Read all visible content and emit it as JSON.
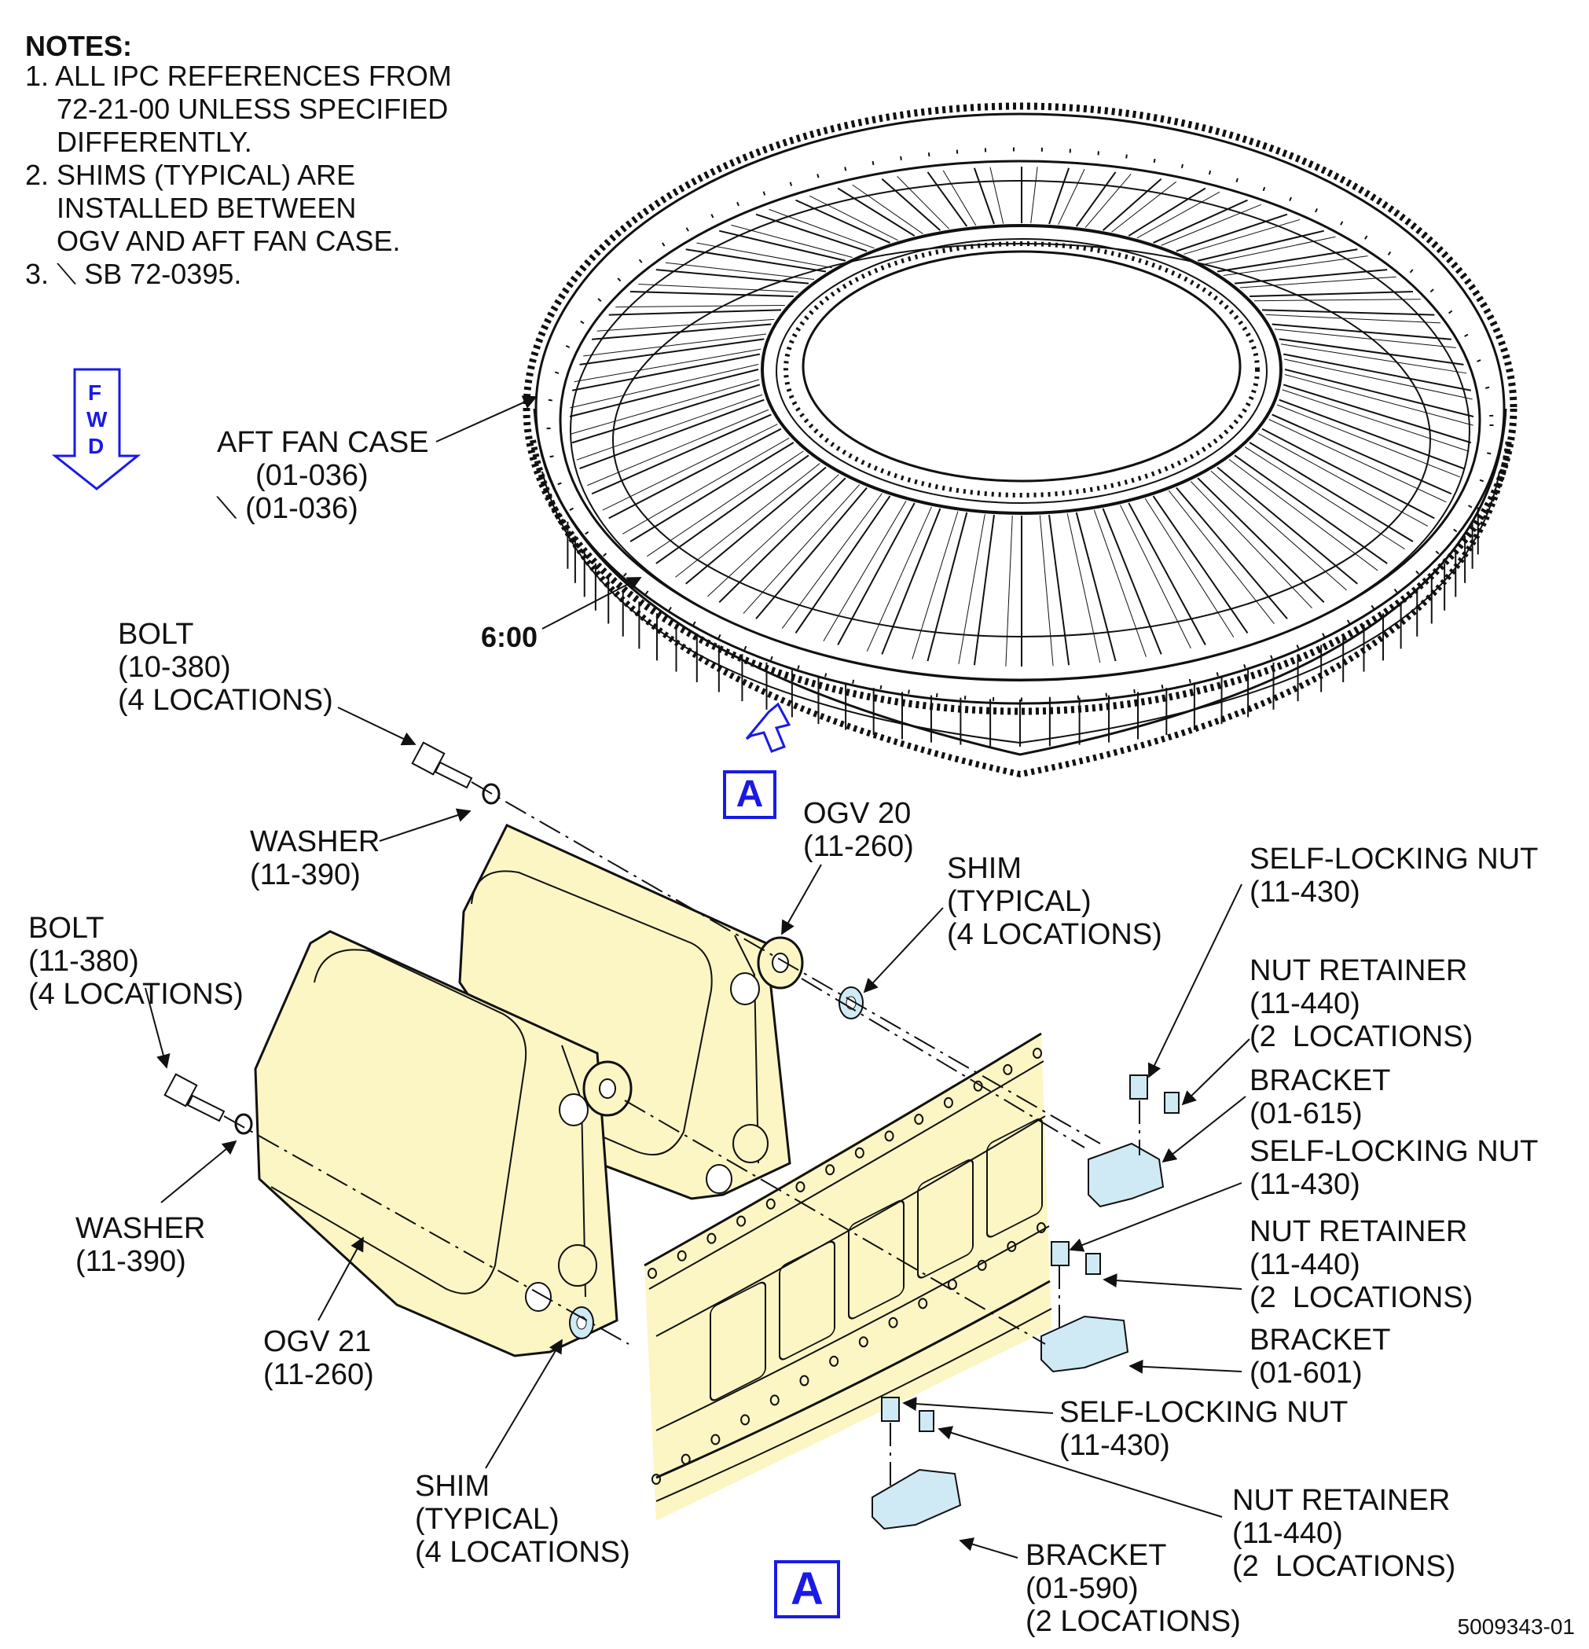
{
  "notes": {
    "title": "NOTES:",
    "items": [
      "1. ALL IPC REFERENCES FROM",
      "    72-21-00 UNLESS SPECIFIED",
      "    DIFFERENTLY.",
      "2. SHIMS (TYPICAL) ARE",
      "    INSTALLED BETWEEN",
      "    OGV AND AFT FAN CASE.",
      "3. ⟍ SB 72-0395."
    ]
  },
  "fwd": {
    "letters": [
      "F",
      "W",
      "D"
    ]
  },
  "labels": {
    "aft_fan_case": [
      "AFT FAN CASE",
      "(01-036)",
      "⟍ (01-036)"
    ],
    "clock": "6:00",
    "view_top": "A",
    "view_bottom": "A",
    "bolt_top": [
      "BOLT",
      "(10-380)",
      "(4 LOCATIONS)"
    ],
    "washer_top": [
      "WASHER",
      "(11-390)"
    ],
    "ogv20": [
      "OGV 20",
      "(11-260)"
    ],
    "shim_top": [
      "SHIM",
      "(TYPICAL)",
      "(4 LOCATIONS)"
    ],
    "bolt_left": [
      "BOLT",
      "(11-380)",
      "(4 LOCATIONS)"
    ],
    "washer_left": [
      "WASHER",
      "(11-390)"
    ],
    "ogv21": [
      "OGV 21",
      "(11-260)"
    ],
    "shim_bottom": [
      "SHIM",
      "(TYPICAL)",
      "(4 LOCATIONS)"
    ],
    "nut1": [
      "SELF-LOCKING NUT",
      "(11-430)"
    ],
    "ret1": [
      "NUT RETAINER",
      "(11-440)",
      "(2  LOCATIONS)"
    ],
    "brk1": [
      "BRACKET",
      "(01-615)"
    ],
    "nut2": [
      "SELF-LOCKING NUT",
      "(11-430)"
    ],
    "ret2": [
      "NUT RETAINER",
      "(11-440)",
      "(2  LOCATIONS)"
    ],
    "brk2": [
      "BRACKET",
      "(01-601)"
    ],
    "nut3": [
      "SELF-LOCKING NUT",
      "(11-430)"
    ],
    "ret3": [
      "NUT RETAINER",
      "(11-440)",
      "(2  LOCATIONS)"
    ],
    "brk3": [
      "BRACKET",
      "(01-590)",
      "(2 LOCATIONS)"
    ]
  },
  "doc_number": "5009343-01",
  "colors": {
    "ogv_fill": "#fbf6c4",
    "bracket_fill": "#cfeaf4",
    "view_blue": "#1a1ae6",
    "line": "#111111"
  }
}
